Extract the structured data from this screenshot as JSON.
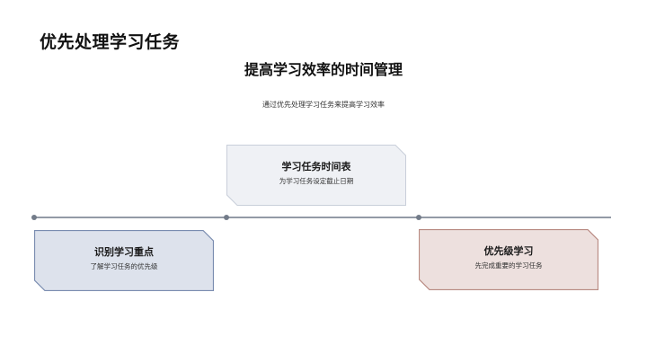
{
  "page": {
    "title": "优先处理学习任务",
    "main_title": "提高学习效率的时间管理",
    "subtitle": "通过优先处理学习任务来提高学习效率"
  },
  "timeline": {
    "line_color": "#939aa6",
    "dot_color": "#737c8a",
    "dots_x": [
      38,
      252,
      466
    ]
  },
  "cards": [
    {
      "id": "top",
      "title": "学习任务时间表",
      "description": "为学习任务设定截止日期",
      "fill": "#eff1f5",
      "stroke": "#c9cfda"
    },
    {
      "id": "left",
      "title": "识别学习重点",
      "description": "了解学习任务的优先级",
      "fill": "#dde2ec",
      "stroke": "#7a8cb0"
    },
    {
      "id": "right",
      "title": "优先级学习",
      "description": "先完成重要的学习任务",
      "fill": "#ede0de",
      "stroke": "#b88a82"
    }
  ]
}
